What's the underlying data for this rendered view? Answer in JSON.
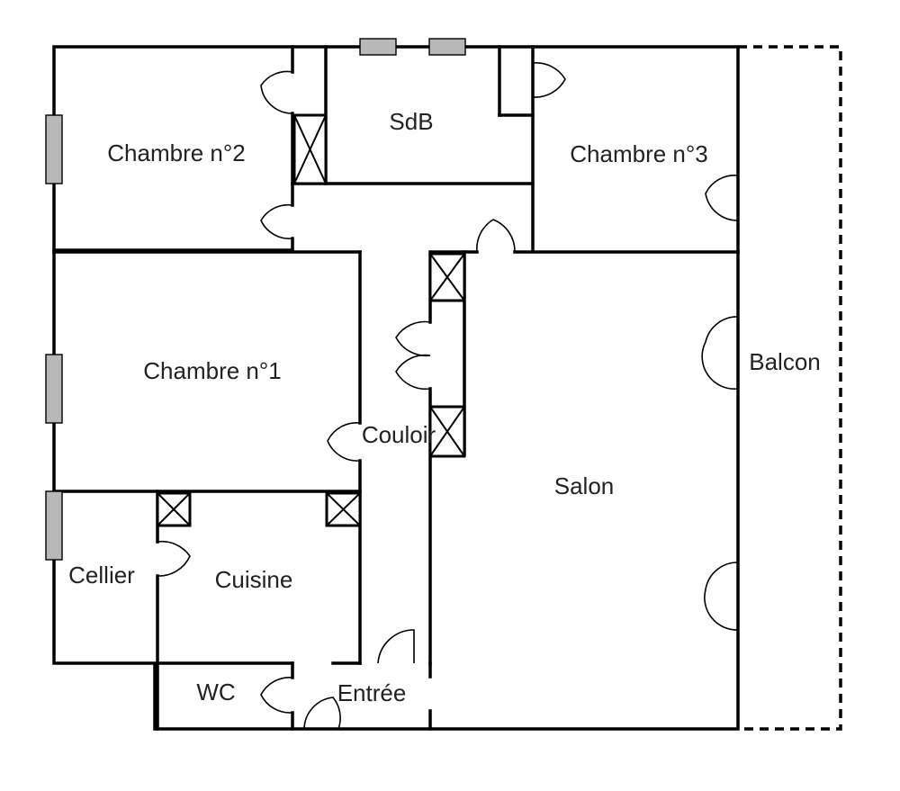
{
  "rooms": {
    "chambre2": "Chambre n°2",
    "sdb": "SdB",
    "chambre3": "Chambre n°3",
    "chambre1": "Chambre n°1",
    "balcon": "Balcon",
    "couloir": "Couloir",
    "salon": "Salon",
    "cellier": "Cellier",
    "cuisine": "Cuisine",
    "wc": "WC",
    "entree": "Entrée"
  }
}
